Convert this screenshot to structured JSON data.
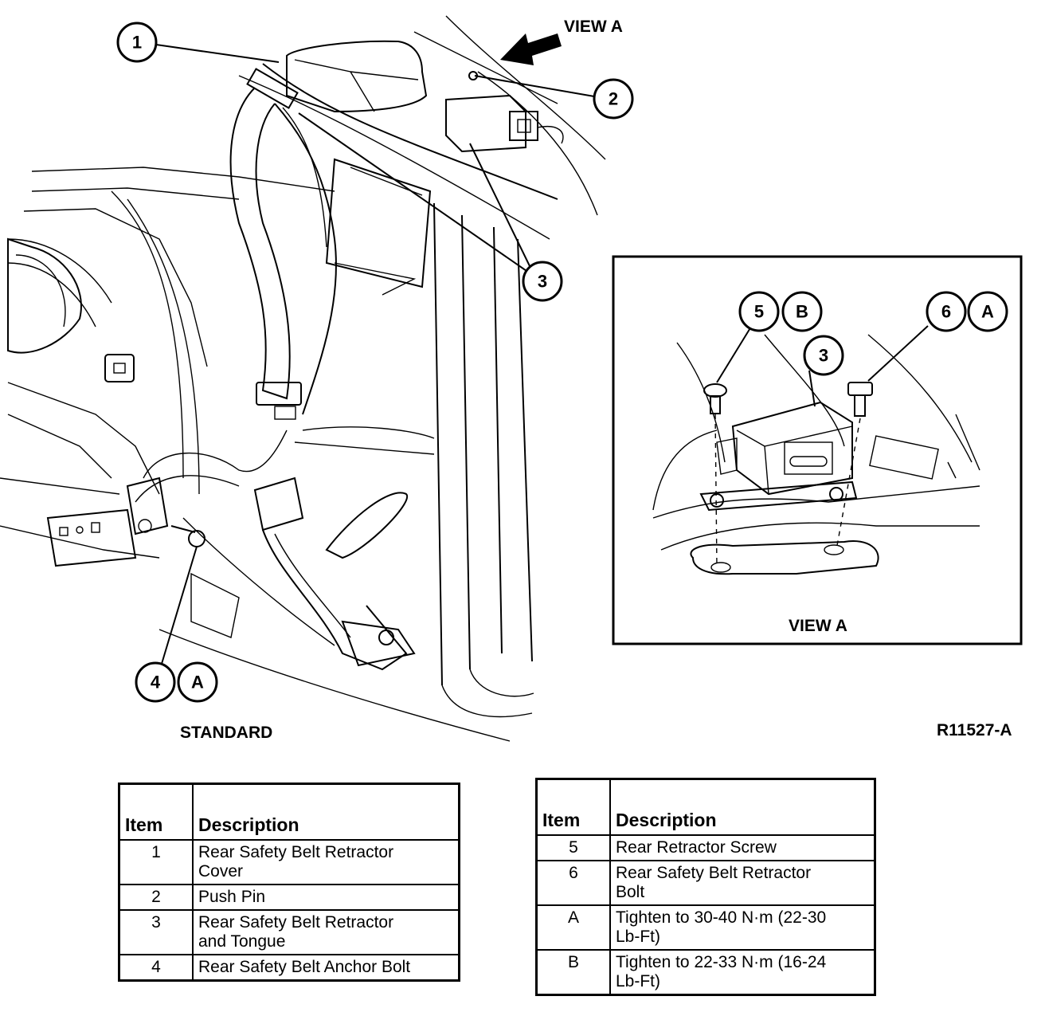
{
  "labels": {
    "view_a_top": "VIEW A",
    "view_a_inset": "VIEW A",
    "standard": "STANDARD",
    "figure_id": "R11527-A"
  },
  "callouts": {
    "c1": "1",
    "c2": "2",
    "c3": "3",
    "c4": "4",
    "c4_letter": "A",
    "c5": "5",
    "c5_letter": "B",
    "c6": "6",
    "c6_letter": "A",
    "c3_inset": "3"
  },
  "legend_left": {
    "col_item": "Item",
    "col_desc": "Description",
    "rows": [
      {
        "item": "1",
        "desc_line1": "Rear Safety Belt Retractor",
        "desc_line2": "Cover"
      },
      {
        "item": "2",
        "desc_line1": "Push Pin",
        "desc_line2": ""
      },
      {
        "item": "3",
        "desc_line1": "Rear Safety Belt Retractor",
        "desc_line2": "and Tongue"
      },
      {
        "item": "4",
        "desc_line1": "Rear Safety Belt Anchor Bolt",
        "desc_line2": ""
      }
    ]
  },
  "legend_right": {
    "col_item": "Item",
    "col_desc": "Description",
    "rows": [
      {
        "item": "5",
        "desc_line1": "Rear Retractor Screw",
        "desc_line2": ""
      },
      {
        "item": "6",
        "desc_line1": "Rear Safety Belt Retractor",
        "desc_line2": "Bolt"
      },
      {
        "item": "A",
        "desc_line1": "Tighten to 30-40 N·m (22-30",
        "desc_line2": "Lb-Ft)"
      },
      {
        "item": "B",
        "desc_line1": "Tighten to 22-33 N·m (16-24",
        "desc_line2": "Lb-Ft)"
      }
    ]
  }
}
